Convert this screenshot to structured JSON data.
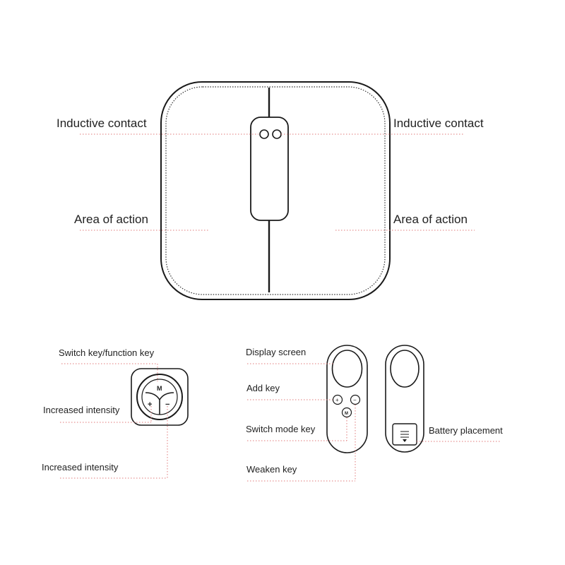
{
  "pad_labels": {
    "inductive_contact_left": "Inductive contact",
    "inductive_contact_right": "Inductive contact",
    "area_of_action_left": "Area of action",
    "area_of_action_right": "Area of action"
  },
  "button_module_labels": {
    "switch_key": "Switch key/function key",
    "increased_intensity_1": "Increased intensity",
    "increased_intensity_2": "Increased intensity",
    "mode_glyph": "M",
    "plus_glyph": "+",
    "minus_glyph": "−"
  },
  "remote_labels": {
    "display_screen": "Display screen",
    "add_key": "Add key",
    "switch_mode_key": "Switch mode key",
    "weaken_key": "Weaken key",
    "battery_placement": "Battery placement",
    "plus_glyph": "+",
    "minus_glyph": "−",
    "mode_glyph": "M"
  },
  "colors": {
    "line": "#1a1a1a",
    "leader": "#e07a7a"
  }
}
